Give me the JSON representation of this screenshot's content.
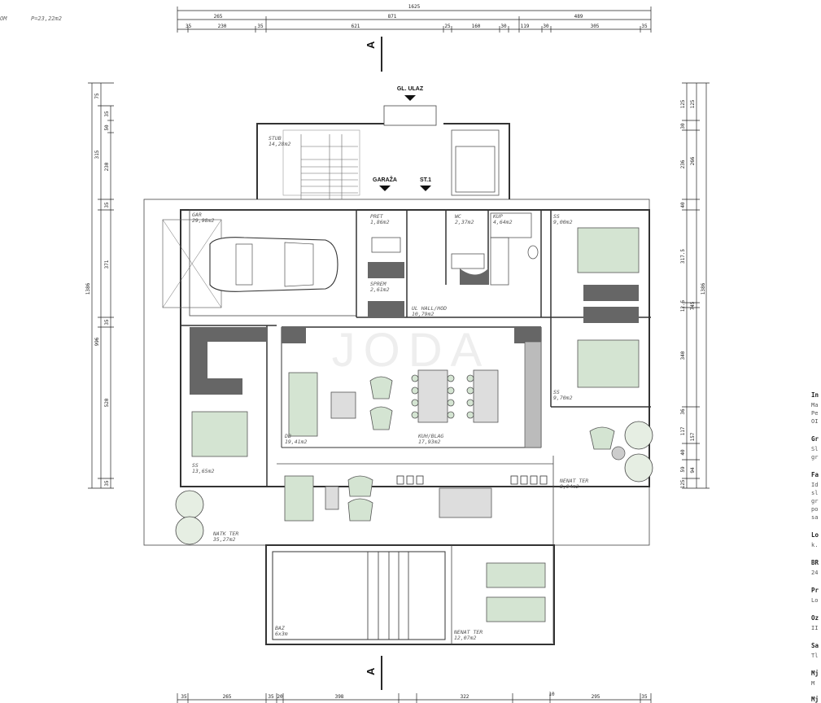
{
  "header": {
    "left_line1": "OM",
    "left_line2": "P=23,22m2"
  },
  "dimensions": {
    "top_total": "1625",
    "top_row2": [
      "265",
      "871",
      "489"
    ],
    "top_row3": [
      "35",
      "230",
      "35",
      "621",
      "25",
      "160",
      "30",
      "119",
      "30",
      "305",
      "35"
    ],
    "bottom_row": [
      "35",
      "265",
      "35",
      "20",
      "398",
      "322",
      "10",
      "295",
      "35"
    ],
    "left_total": "1386",
    "left_col1": [
      "315",
      "371",
      "996",
      "520"
    ],
    "left_col2": [
      "75",
      "35",
      "50",
      "230",
      "35",
      "35",
      "35"
    ],
    "right_total": "1386",
    "right_col1": [
      "125",
      "30",
      "266",
      "317.5",
      "745"
    ],
    "right_col2": [
      "125",
      "236",
      "40",
      "12.5",
      "340",
      "157",
      "94"
    ],
    "right_col3": [
      "36",
      "117",
      "40",
      "59",
      "125"
    ]
  },
  "section_marker": "A",
  "labels": {
    "main_entrance": "GL. ULAZ",
    "garage_entry": "GARAŽA",
    "stair_entry": "ST.1"
  },
  "rooms": [
    {
      "name": "STUB",
      "area": "14,28m2"
    },
    {
      "name": "GAR",
      "area": "29,98m2"
    },
    {
      "name": "PRET",
      "area": "1,86m2"
    },
    {
      "name": "WC",
      "area": "2,37m2"
    },
    {
      "name": "KUP",
      "area": "4,64m2"
    },
    {
      "name": "SS",
      "area": "9,00m2"
    },
    {
      "name": "SPREM",
      "area": "2,61m2"
    },
    {
      "name": "UL HALL/HOD",
      "area": "10,79m2"
    },
    {
      "name": "DB",
      "area": "19,41m2"
    },
    {
      "name": "KUH/BLAG",
      "area": "17,93m2"
    },
    {
      "name": "SS",
      "area": "9,70m2"
    },
    {
      "name": "SS",
      "area": "13,65m2"
    },
    {
      "name": "NATK TER",
      "area": "35,27m2"
    },
    {
      "name": "NENAT TER",
      "area": "8,94m2"
    },
    {
      "name": "BAZ",
      "area": "6x3m"
    },
    {
      "name": "NENAT TER",
      "area": "12,07m2"
    }
  ],
  "right_panel": [
    {
      "title": "In",
      "lines": [
        "Ma",
        "Pe",
        "OI"
      ]
    },
    {
      "title": "Gr",
      "lines": [
        "Sl",
        "gr"
      ]
    },
    {
      "title": "Fa",
      "lines": [
        "Id",
        "sl",
        "gr",
        "po",
        "sa"
      ]
    },
    {
      "title": "Lo",
      "lines": [
        "k."
      ]
    },
    {
      "title": "BR",
      "lines": [
        "24"
      ]
    },
    {
      "title": "Pr",
      "lines": [
        "Lo"
      ]
    },
    {
      "title": "Oz",
      "lines": [
        "II"
      ]
    },
    {
      "title": "Sa",
      "lines": [
        "Tl"
      ]
    },
    {
      "title": "Mj",
      "lines": [
        "M"
      ]
    },
    {
      "title": "Mj",
      "lines": []
    }
  ],
  "watermark": "JODA"
}
